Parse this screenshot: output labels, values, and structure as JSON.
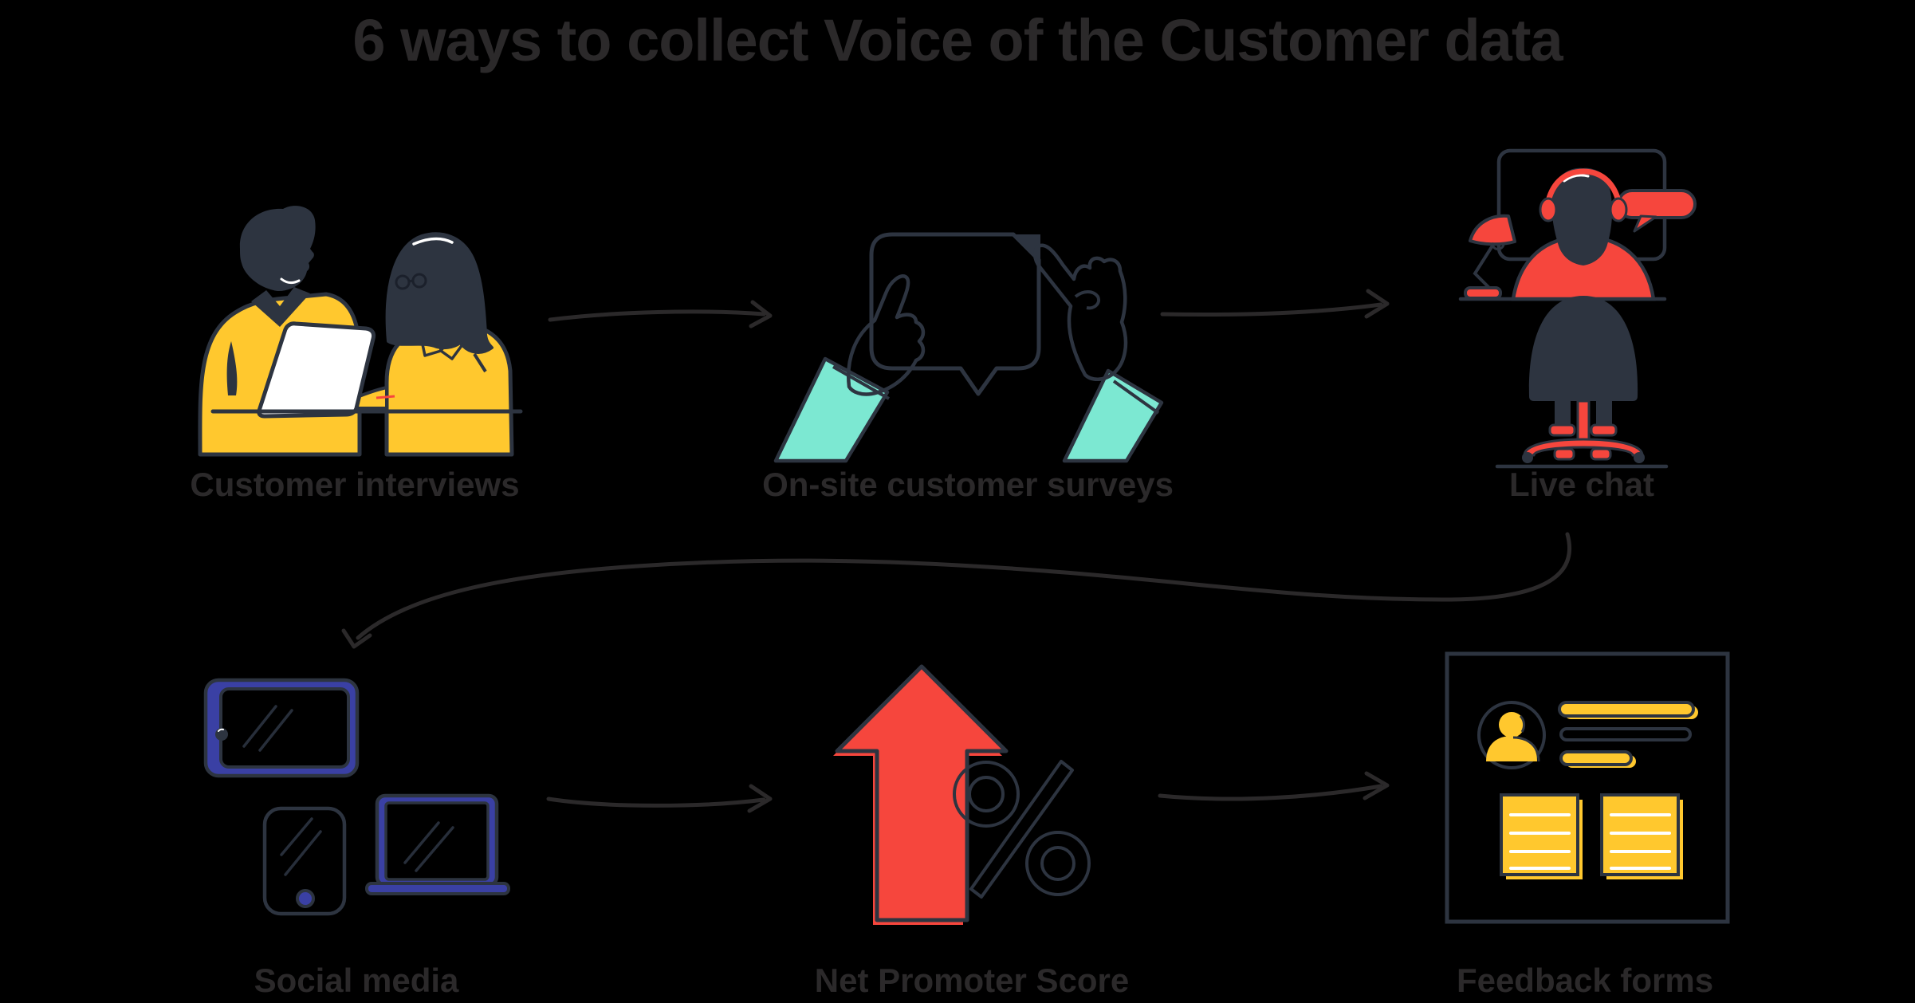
{
  "title": "6 ways to collect Voice of the Customer data",
  "items": [
    {
      "label": "Customer interviews"
    },
    {
      "label": "On-site customer surveys"
    },
    {
      "label": "Live chat"
    },
    {
      "label": "Social media"
    },
    {
      "label": "Net Promoter Score"
    },
    {
      "label": "Feedback forms"
    }
  ],
  "icons": [
    "customer-interviews-illustration",
    "onsite-surveys-illustration",
    "live-chat-illustration",
    "social-media-illustration",
    "net-promoter-score-illustration",
    "feedback-forms-illustration",
    "flow-arrow"
  ],
  "colors": {
    "background": "#000000",
    "text": "#2b292a",
    "ink": "#2d3440",
    "yellow": "#ffc82e",
    "red": "#f6463d",
    "teal": "#7ce8d2",
    "blue": "#3a40a4",
    "white": "#ffffff"
  }
}
